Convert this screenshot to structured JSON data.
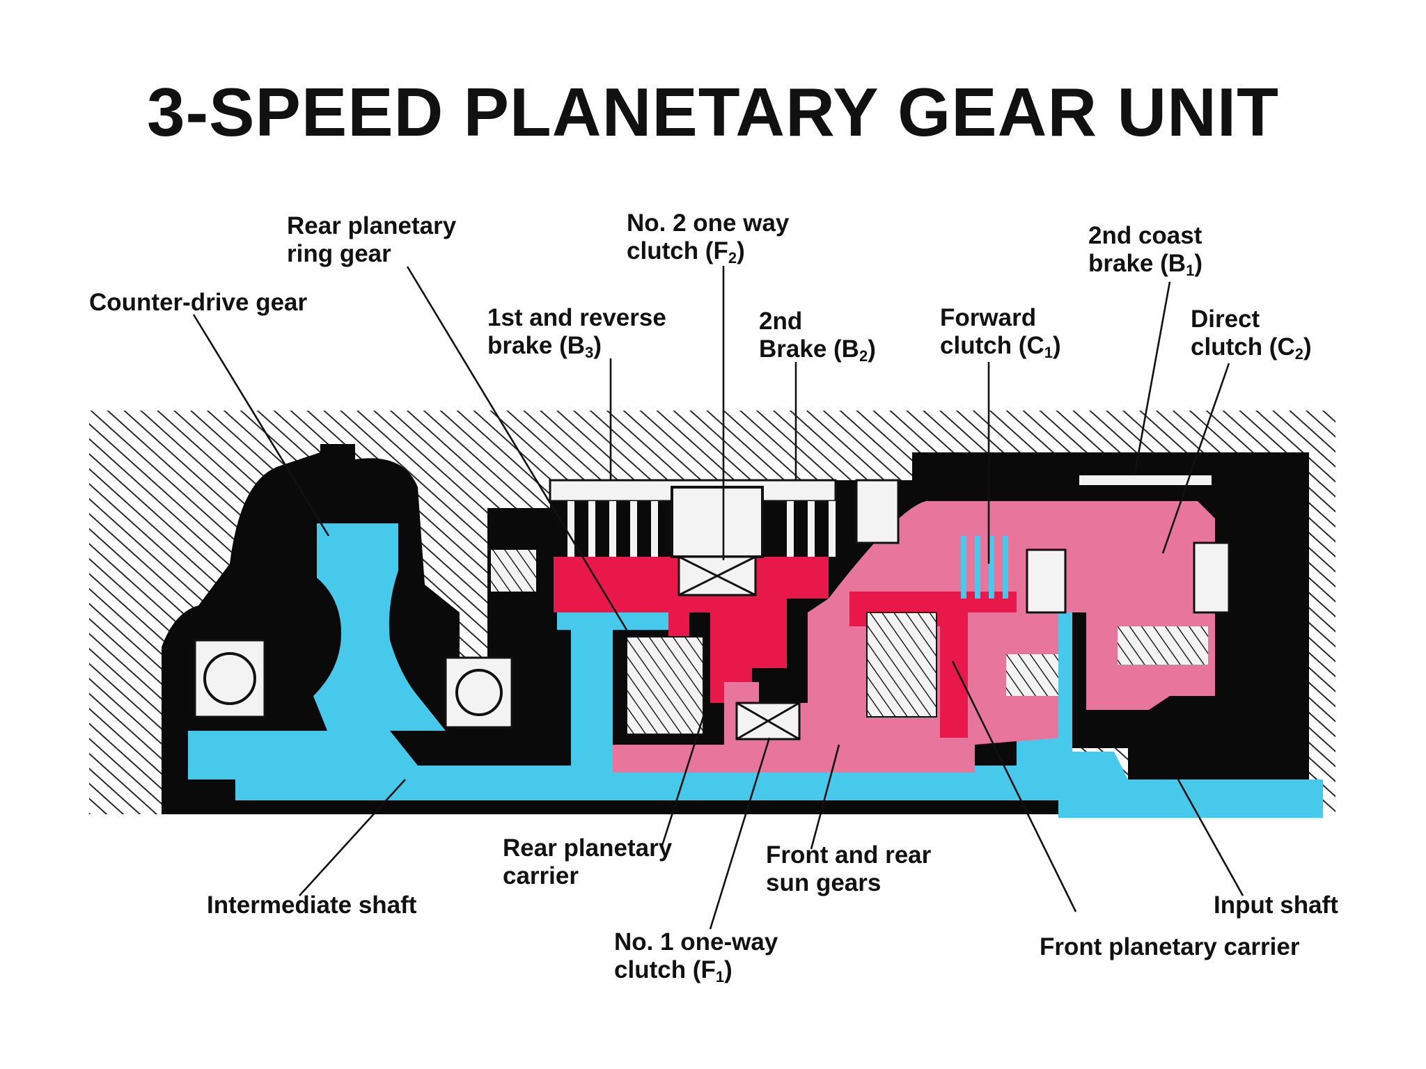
{
  "title": "3-SPEED PLANETARY GEAR UNIT",
  "colors": {
    "housing": "#0a0a0a",
    "hatch": "#2b2b2b",
    "cyan": "#46c9ea",
    "pink": "#e8759b",
    "red": "#e8184a",
    "gear_white": "#f3f3f3"
  },
  "labels": {
    "counter_drive": {
      "line1": "Counter-drive gear"
    },
    "rear_ring": {
      "line1": "Rear planetary",
      "line2": "ring gear"
    },
    "b3": {
      "line1": "1st and reverse",
      "line2": "brake (B",
      "sub": "3",
      "end": ")"
    },
    "f2": {
      "line1": "No. 2 one way",
      "line2": "clutch (F",
      "sub": "2",
      "end": ")"
    },
    "b2": {
      "line1": "2nd",
      "line2": "Brake (B",
      "sub": "2",
      "end": ")"
    },
    "c1": {
      "line1": "Forward",
      "line2": "clutch (C",
      "sub": "1",
      "end": ")"
    },
    "b1": {
      "line1": "2nd coast",
      "line2": "brake (B",
      "sub": "1",
      "end": ")"
    },
    "c2": {
      "line1": "Direct",
      "line2": "clutch (C",
      "sub": "2",
      "end": ")"
    },
    "intermediate": {
      "line1": "Intermediate shaft"
    },
    "rear_carrier": {
      "line1": "Rear planetary",
      "line2": "carrier"
    },
    "f1": {
      "line1": "No. 1 one-way",
      "line2": "clutch (F",
      "sub": "1",
      "end": ")"
    },
    "sun_gears": {
      "line1": "Front and rear",
      "line2": "sun gears"
    },
    "front_carrier": {
      "line1": "Front planetary carrier"
    },
    "input_shaft": {
      "line1": "Input shaft"
    }
  }
}
